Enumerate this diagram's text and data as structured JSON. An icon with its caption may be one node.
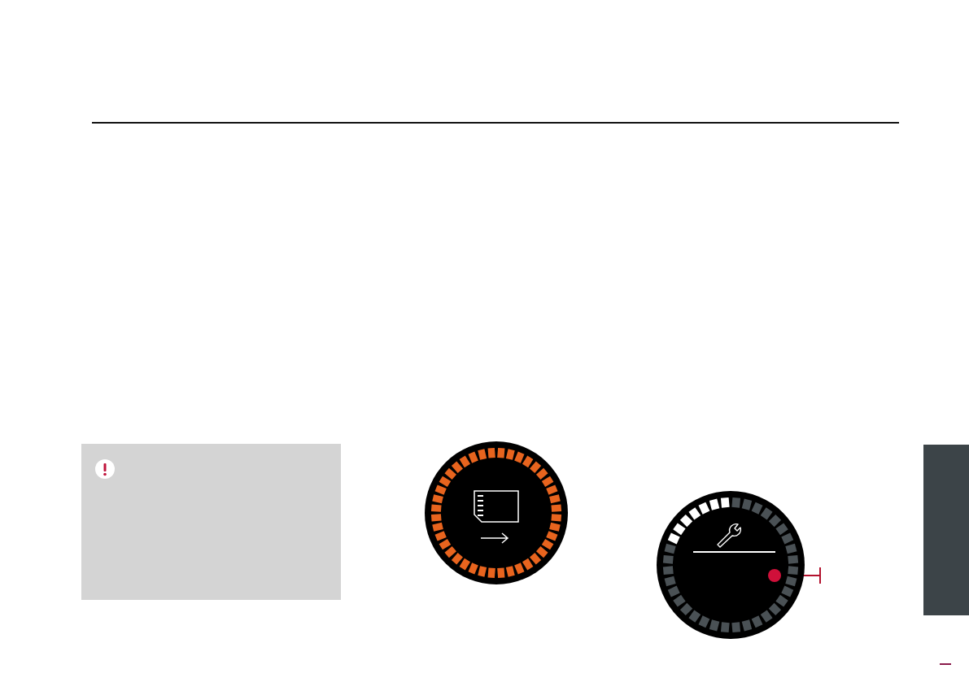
{
  "diagram": {
    "nodes": [
      {
        "text": [],
        "shape": "circle"
      },
      {
        "text": [],
        "shape": "circle"
      },
      {
        "text": [],
        "shape": "circle",
        "in": 1
      },
      {
        "text": [],
        "shape": "box"
      }
    ],
    "edges": [
      {
        "from": null,
        "to": 2,
        "arrow": "other"
      }
    ]
  }
}
